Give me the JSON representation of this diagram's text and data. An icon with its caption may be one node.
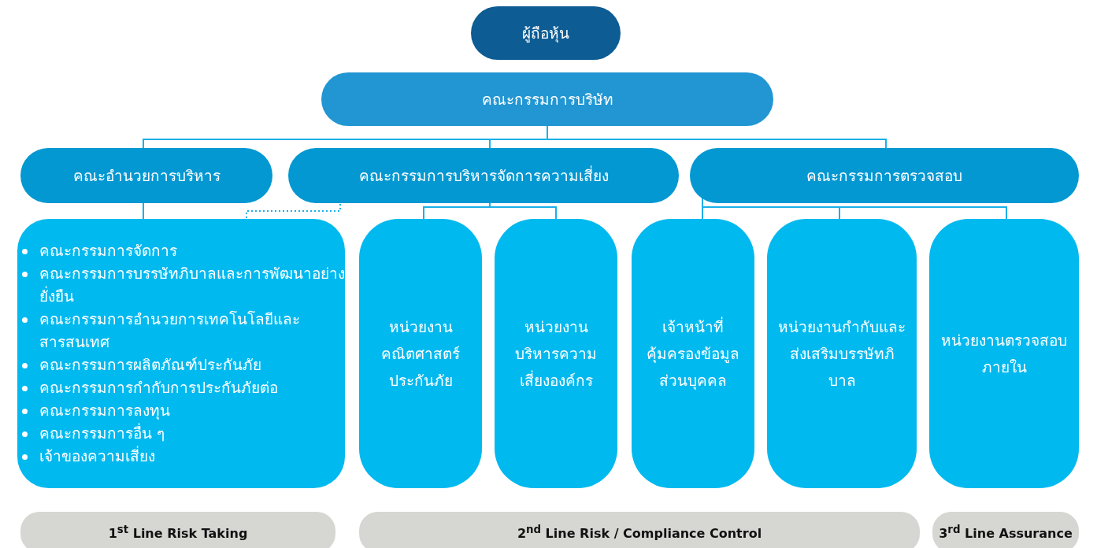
{
  "diagram": {
    "nodes": [
      {
        "text": [
          "ผู้ถือหุ้น"
        ]
      },
      {
        "text": [
          "คณะกรรมการบริษัท"
        ]
      },
      {
        "text": [
          "คณะอำนวยการบริหาร"
        ]
      },
      {
        "text": [
          "คณะกรรมการบริหารจัดการความเสี่ยง"
        ]
      },
      {
        "text": [
          "คณะกรรมการตรวจสอบ"
        ]
      },
      {
        "text": [
          "คณะกรรมการจัดการ",
          "คณะกรรมการบรรษัทภิบาลและการพัฒนาอย่างยั่งยืน",
          "คณะกรรมการอำนวยการเทคโนโลยีและสารสนเทศ",
          "คณะกรรมการผลิตภัณฑ์ประกันภัย",
          "คณะกรรมการกำกับการประกันภัยต่อ",
          "คณะกรรมการลงทุน",
          "คณะกรรมการอื่น ๆ",
          "เจ้าของความเสี่ยง"
        ]
      },
      {
        "text": [
          "หน่วยงานคณิตศาสตร์ประกันภัย"
        ]
      },
      {
        "text": [
          "หน่วยงานบริหารความเสี่ยงองค์กร"
        ]
      },
      {
        "text": [
          "เจ้าหน้าที่คุ้มครองข้อมูลส่วนบุคคล"
        ]
      },
      {
        "text": [
          "หน่วยงานกำกับและส่งเสริมบรรษัทภิบาล"
        ]
      },
      {
        "text": [
          "หน่วยงานตรวจสอบภายใน"
        ]
      },
      {
        "text": [
          "1$^{st}$ Line Risk Taking"
        ]
      },
      {
        "text": [
          "2$^{nd}$ Line Risk / Compliance Control"
        ]
      },
      {
        "text": [
          "3$^{rd}$ Line Assurance"
        ]
      }
    ],
    "edges": [
      {
        "from": 1,
        "to": 2,
        "arrow": "none"
      },
      {
        "from": 1,
        "to": 3,
        "arrow": "none"
      },
      {
        "from": 1,
        "to": 4,
        "arrow": "none"
      },
      {
        "from": 2,
        "to": 5,
        "arrow": "none"
      },
      {
        "from": 3,
        "to": 5,
        "arrow": "none",
        "style": "dashed"
      },
      {
        "from": 3,
        "to": 6,
        "arrow": "none"
      },
      {
        "from": 3,
        "to": 7,
        "arrow": "none"
      },
      {
        "from": 4,
        "to": 8,
        "arrow": "none"
      },
      {
        "from": 4,
        "to": 9,
        "arrow": "none"
      },
      {
        "from": 4,
        "to": 10,
        "arrow": "none"
      }
    ]
  }
}
